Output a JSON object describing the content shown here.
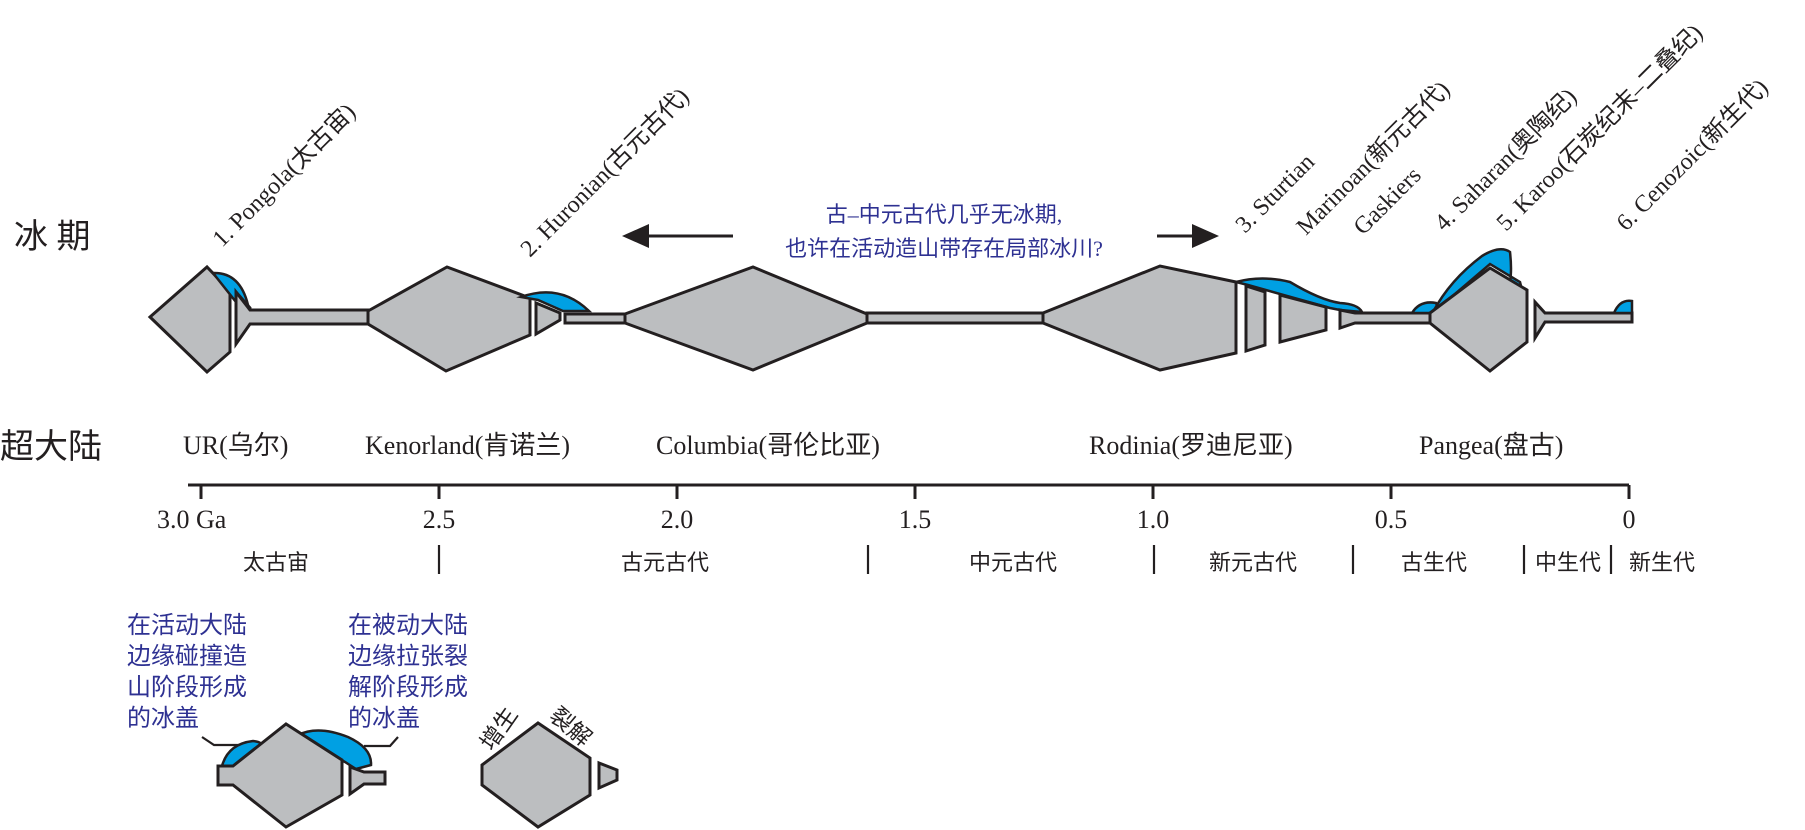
{
  "rows": {
    "glaciation_label": "冰 期",
    "supercontinent_label": "超大陆"
  },
  "glaciations": [
    {
      "label": "1. Pongola(太古宙)"
    },
    {
      "label": "2. Huronian(古元古代)"
    },
    {
      "label": "3. Sturtian"
    },
    {
      "label": "Marinoan(新元古代)"
    },
    {
      "label": "Gaskiers"
    },
    {
      "label": "4. Saharan(奥陶纪)"
    },
    {
      "label": "5. Karoo(石炭纪末–二叠纪)"
    },
    {
      "label": "6. Cenozoic(新生代)"
    }
  ],
  "annotation": {
    "line1": "古–中元古代几乎无冰期,",
    "line2": "也许在活动造山带存在局部冰川?"
  },
  "supercontinents": [
    {
      "label": "UR(乌尔)"
    },
    {
      "label": "Kenorland(肯诺兰)"
    },
    {
      "label": "Columbia(哥伦比亚)"
    },
    {
      "label": "Rodinia(罗迪尼亚)"
    },
    {
      "label": "Pangea(盘古)"
    }
  ],
  "axis": {
    "unit": "Ga",
    "ticks": [
      "3.0 Ga",
      "2.5",
      "2.0",
      "1.5",
      "1.0",
      "0.5",
      "0"
    ],
    "tick_values": [
      3.0,
      2.5,
      2.0,
      1.5,
      1.0,
      0.5,
      0
    ]
  },
  "eras": [
    {
      "label": "太古宙"
    },
    {
      "label": "古元古代"
    },
    {
      "label": "中元古代"
    },
    {
      "label": "新元古代"
    },
    {
      "label": "古生代"
    },
    {
      "label": "中生代"
    },
    {
      "label": "新生代"
    }
  ],
  "legend": {
    "active_margin": [
      "在活动大陆",
      "边缘碰撞造",
      "山阶段形成",
      "的冰盖"
    ],
    "passive_margin": [
      "在被动大陆",
      "边缘拉张裂",
      "解阶段形成",
      "的冰盖"
    ],
    "accretion": "增生",
    "rifting": "裂解"
  },
  "colors": {
    "continent_fill": "#bcbec0",
    "ice_sheet": "#00a0e3",
    "annotation_text": "#2e3192",
    "outline": "#231f20"
  }
}
